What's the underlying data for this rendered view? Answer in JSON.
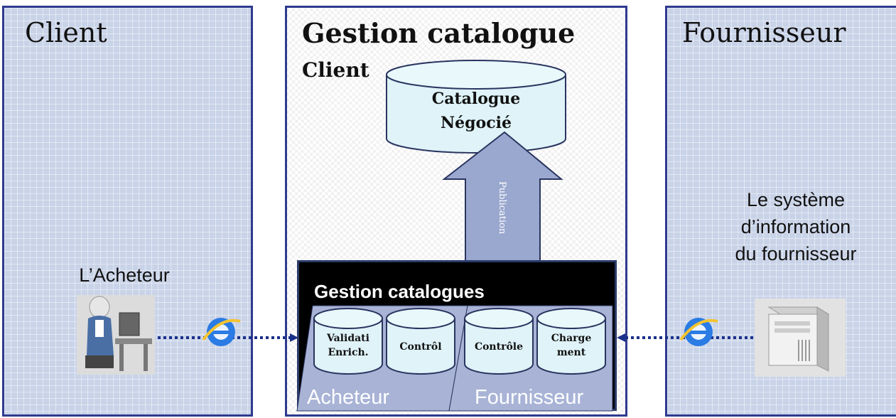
{
  "client_pane": {
    "title": "Client",
    "actor_label": "L’Acheteur"
  },
  "center_pane": {
    "title": "Gestion catalogue",
    "subtitle": "Client",
    "negotiated_catalog": {
      "line1": "Catalogue",
      "line2": "Négocié"
    },
    "publication_label": "Publication",
    "inner_box": {
      "title": "Gestion catalogues",
      "buyer_label": "Acheteur",
      "supplier_label": "Fournisseur",
      "db_validation": {
        "line1": "Validati",
        "line2": "Enrich."
      },
      "db_control_buyer": "Contrôl",
      "db_control_supplier": "Contrôle",
      "db_loading": {
        "line1": "Charge",
        "line2": "ment"
      }
    }
  },
  "supplier_pane": {
    "title": "Fournisseur",
    "system_label": {
      "line1": "Le système",
      "line2": "d’information",
      "line3": "du fournisseur"
    }
  },
  "icons": [
    "user-at-desk-icon",
    "internet-explorer-icon",
    "server-icon"
  ],
  "colors": {
    "pane_border": "#2f3a8f",
    "grid_bg": "#c9d3e8",
    "cylinder_fill": "#dff3f8",
    "arrow_fill": "#9aa8cf",
    "dotted_line": "#1a2f8a"
  }
}
